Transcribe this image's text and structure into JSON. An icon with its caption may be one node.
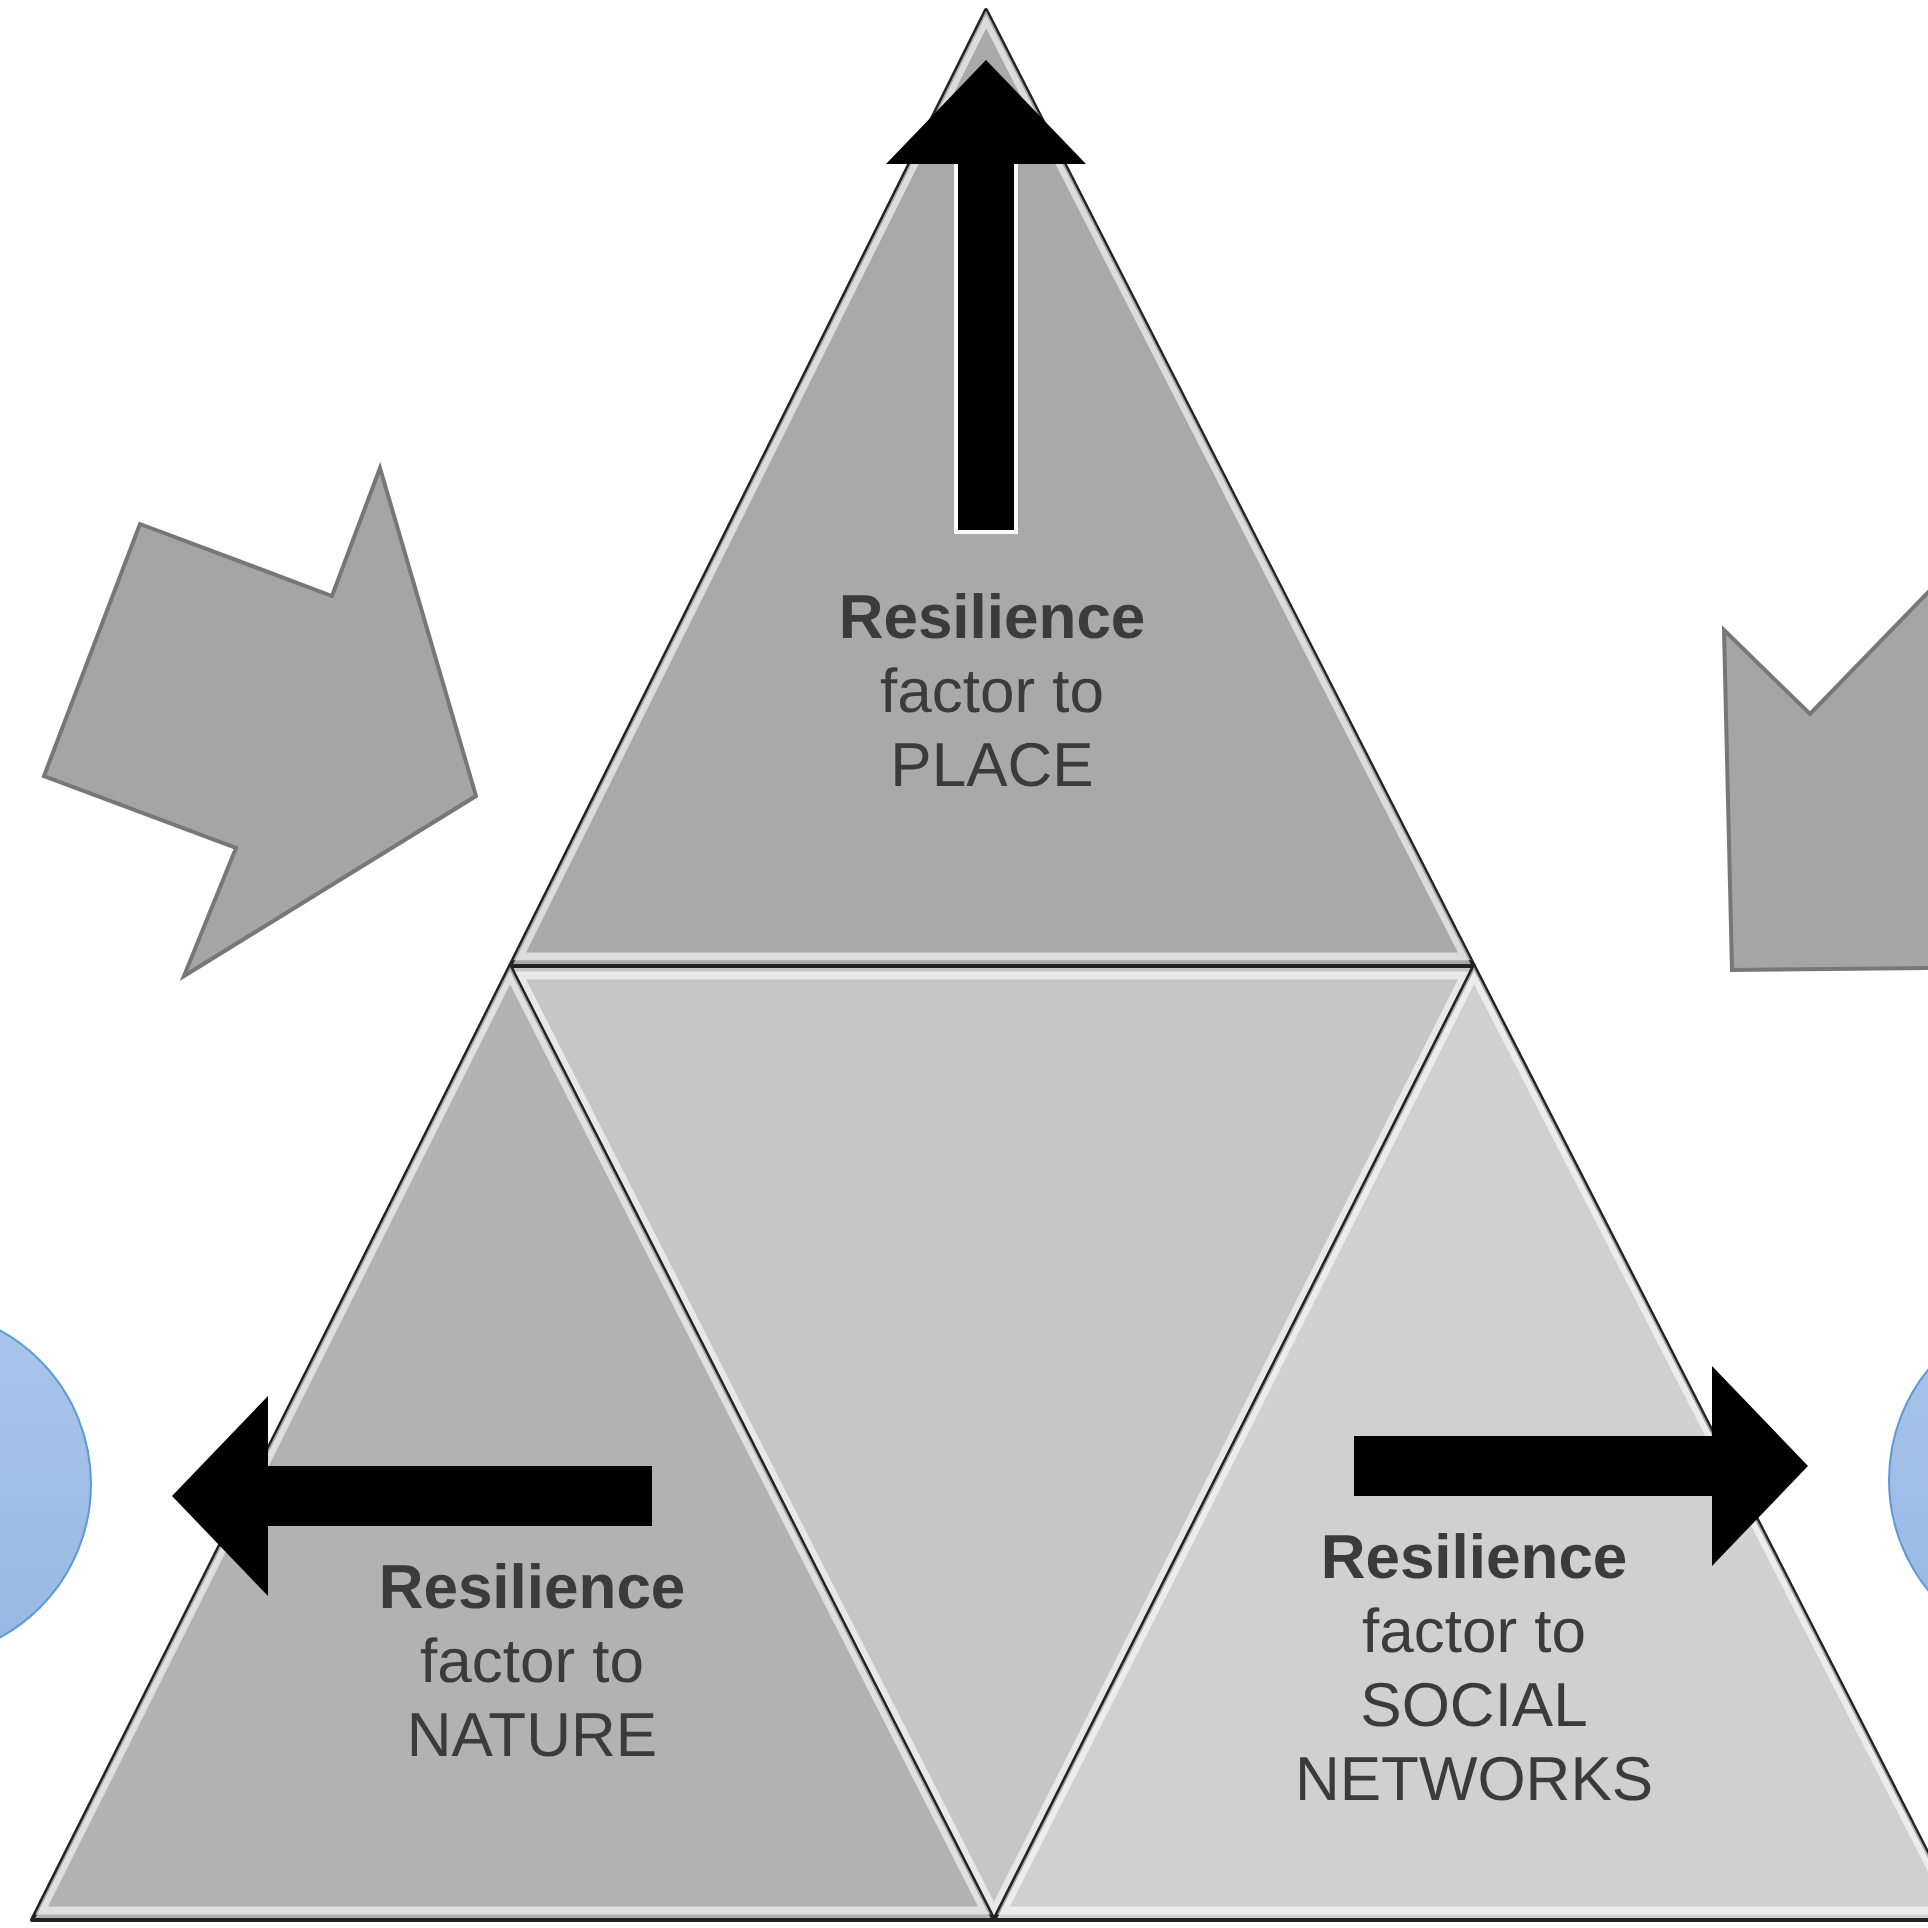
{
  "diagram": {
    "nodes": [
      {
        "text": [
          "**Resilience** factor to PLACE"
        ]
      },
      {
        "text": [],
        "shape": "triangle"
      },
      {
        "text": [
          "**Resilience** factor to NATURE"
        ]
      },
      {
        "text": [
          "**Resilience** factor to SOCIAL NETWORKS"
        ]
      },
      {
        "text": [],
        "shape": "circle"
      },
      {
        "text": [],
        "shape": "circle"
      }
    ],
    "edges": [
      {
        "from": 2,
        "to": 4,
        "arrow": "to"
      },
      {
        "from": 3,
        "to": 5,
        "arrow": "to"
      }
    ]
  }
}
